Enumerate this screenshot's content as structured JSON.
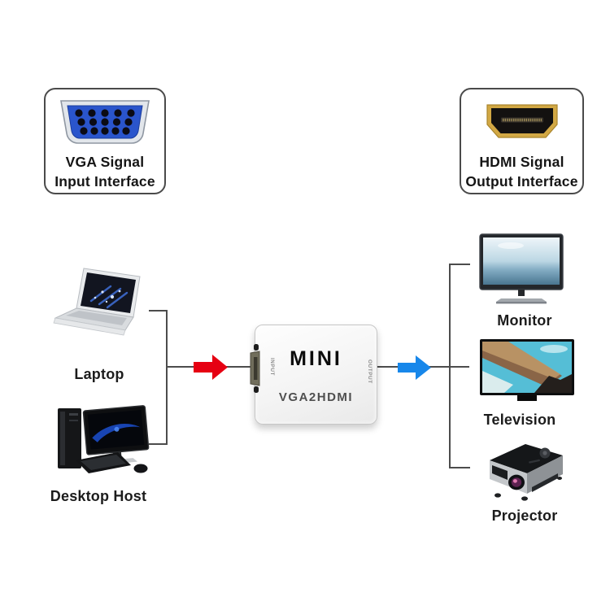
{
  "interface_cards": {
    "vga": {
      "title_line1": "VGA Signal",
      "title_line2": "Input Interface"
    },
    "hdmi": {
      "title_line1": "HDMI Signal",
      "title_line2": "Output Interface"
    }
  },
  "converter": {
    "brand": "MINI",
    "model": "VGA2HDMI",
    "input_port_label": "INPUT",
    "output_port_label": "OUTPUT"
  },
  "input_devices": [
    {
      "label": "Laptop"
    },
    {
      "label": "Desktop Host"
    }
  ],
  "output_devices": [
    {
      "label": "Monitor"
    },
    {
      "label": "Television"
    },
    {
      "label": "Projector"
    }
  ],
  "flow": {
    "input_arrow_color": "#e60012",
    "output_arrow_color": "#1787ea",
    "line_color": "#4c4c4c",
    "vga_blue": "#2a55cc",
    "hdmi_gold": "#d2a844"
  }
}
